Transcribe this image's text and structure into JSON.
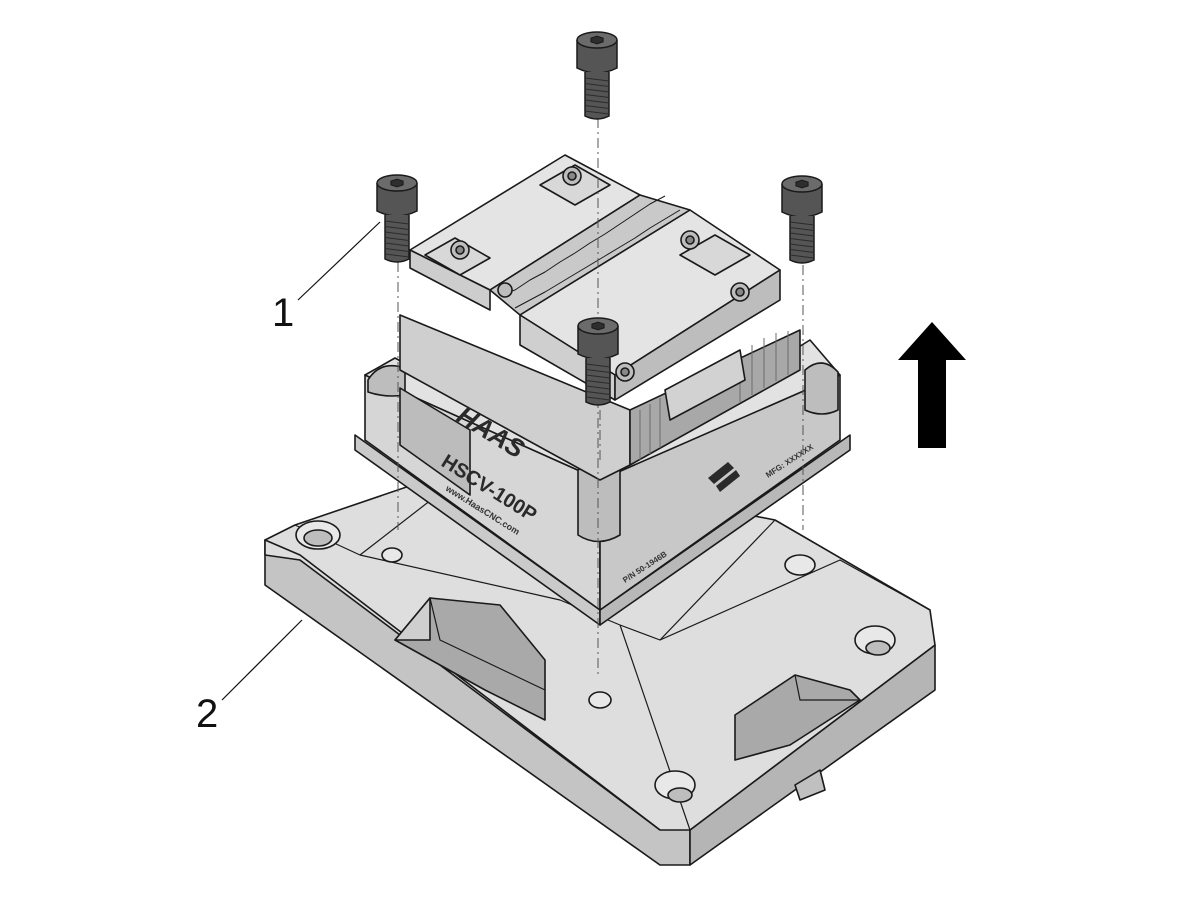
{
  "callouts": [
    {
      "label": "1",
      "target": "screws"
    },
    {
      "label": "2",
      "target": "base-plate"
    }
  ],
  "markings": {
    "brand": "HAAS",
    "model": "HSCV-100P",
    "website": "www.HaasCNC.com",
    "part_number": "P/N 50-1946B",
    "mfg": "MFG: XXXXXX"
  },
  "colors": {
    "fill_light": "#dcdcdc",
    "fill_mid": "#c6c6c6",
    "fill_dark": "#9a9a9a",
    "screw": "#555555",
    "outline": "#1a1a1a",
    "arrow": "#000000"
  },
  "arrow_direction": "up"
}
